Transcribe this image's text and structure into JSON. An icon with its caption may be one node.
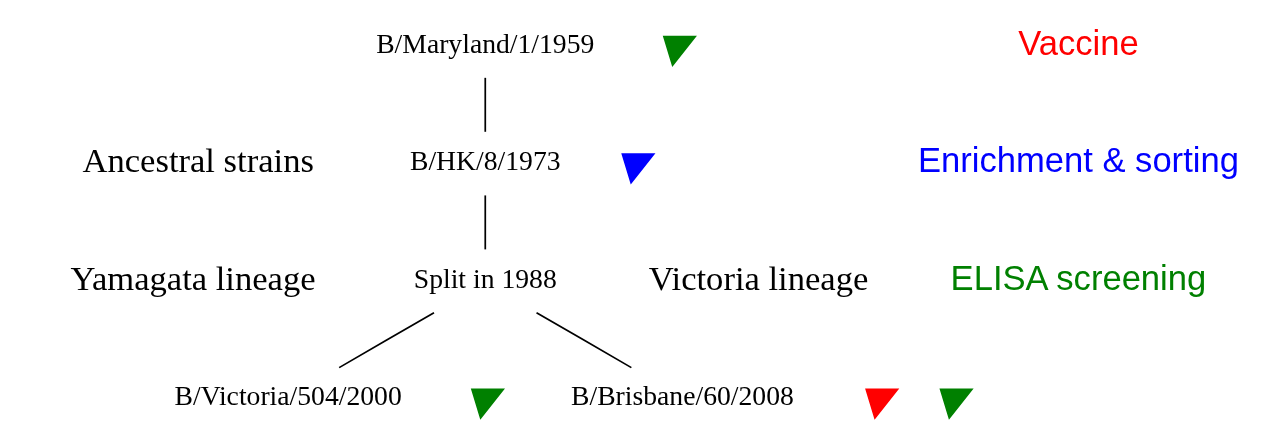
{
  "diagram": {
    "nodes": [
      {
        "text": [
          "B/Maryland/1/1959"
        ]
      },
      {
        "text": [
          "B/HK/8/1973"
        ]
      },
      {
        "text": [
          "Split in 1988"
        ]
      },
      {
        "text": [
          "B/Victoria/504/2000"
        ]
      },
      {
        "text": [
          "B/Brisbane/60/2008"
        ]
      },
      {
        "text": [],
        "shape": "checkmark"
      },
      {
        "text": [],
        "shape": "checkmark"
      },
      {
        "text": [],
        "shape": "checkmark"
      },
      {
        "text": [],
        "shape": "checkmark"
      },
      {
        "text": [],
        "shape": "checkmark"
      }
    ],
    "edges": [
      {
        "from": 0,
        "to": 1,
        "arrow": "none"
      },
      {
        "from": 1,
        "to": 2,
        "arrow": "none"
      },
      {
        "from": 2,
        "to": 3,
        "arrow": "none"
      },
      {
        "from": 2,
        "to": 4,
        "arrow": "none"
      }
    ],
    "labels": [
      "Ancestral strains",
      "Yamagata lineage",
      "Victoria lineage"
    ],
    "legend": [
      {
        "text": "Vaccine",
        "color": "#ff0000"
      },
      {
        "text": "Enrichment & sorting",
        "color": "#0000ff"
      },
      {
        "text": "ELISA screening",
        "color": "#008000"
      }
    ]
  }
}
